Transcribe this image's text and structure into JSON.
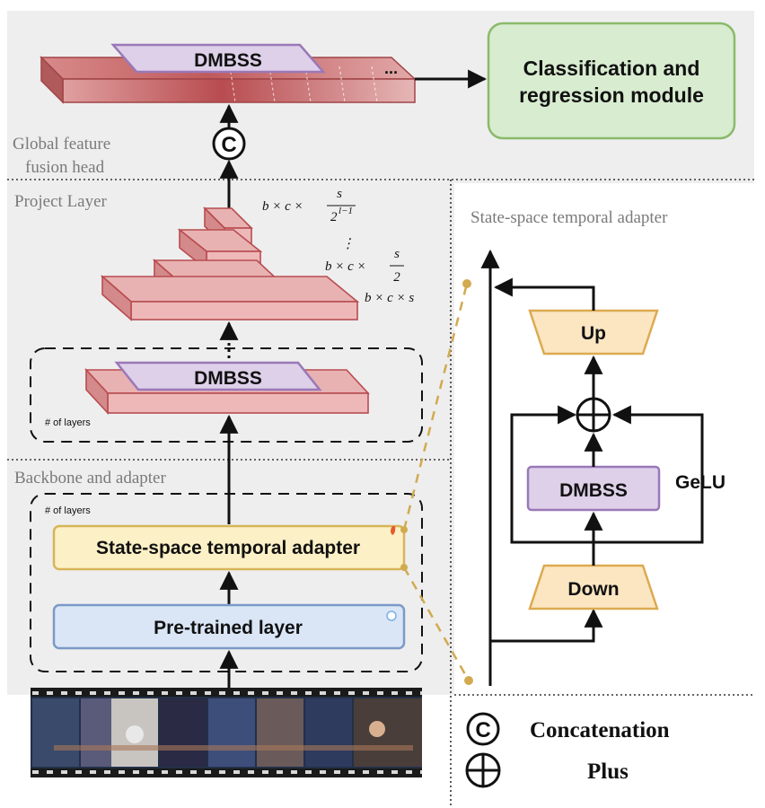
{
  "sections": {
    "global_head_line1": "Global feature",
    "global_head_line2": "fusion head",
    "project_layer": "Project Layer",
    "backbone_adapter": "Backbone and adapter",
    "adapter_detail": "State-space temporal adapter"
  },
  "blocks": {
    "dmbss_top": "DMBSS",
    "ellipsis": "...",
    "classification_line1": "Classification and",
    "classification_line2": "regression module",
    "dmbss_mid": "DMBSS",
    "layers_note_1": "# of layers",
    "layers_note_2": "# of layers",
    "ssta_box": "State-space temporal adapter",
    "pretrained_box": "Pre-trained layer",
    "up": "Up",
    "dmbss_right": "DMBSS",
    "gelu": "GeLU",
    "down": "Down"
  },
  "symbols": {
    "concat_symbol": "C",
    "plus_symbol": "+"
  },
  "pyramid_labels": {
    "top_prefix": "b × c ×",
    "top_num": "s",
    "top_den": "2",
    "top_exp": "l−1",
    "vdots": "⋮",
    "mid_prefix": "b × c ×",
    "mid_num": "s",
    "mid_den": "2",
    "bottom": "b × c × s"
  },
  "legend": {
    "concatenation": "Concatenation",
    "plus": "Plus"
  },
  "colors": {
    "panel_gray": "#eeeeee",
    "bar_red": "#c9686a",
    "bar_red_light": "#e8b2b2",
    "dmbss_purple": "#ddd0e8",
    "dmbss_border": "#9a78b8",
    "green_box": "#d8ecd0",
    "green_border": "#8aba6a",
    "yellow_box": "#fcf0c6",
    "yellow_border": "#d8b45a",
    "blue_box": "#dae6f6",
    "blue_border": "#7a9ac8",
    "orange_box": "#fce6c2",
    "orange_border": "#dcaa50"
  }
}
